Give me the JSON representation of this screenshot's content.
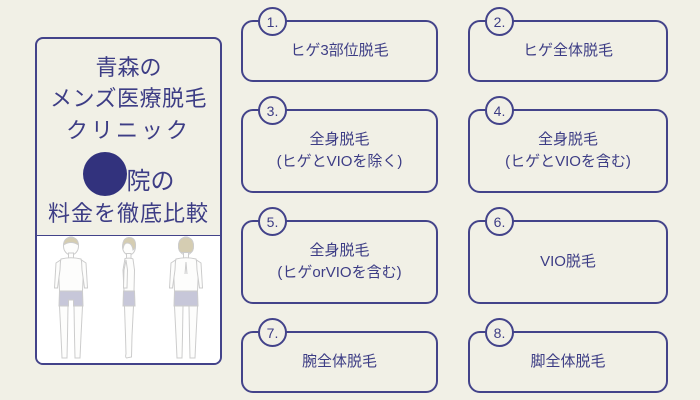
{
  "panel": {
    "title_line1": "青森の",
    "title_line2": "メンズ医療脱毛",
    "title_line3": "クリニック",
    "circle_suffix": "院の",
    "title_line4": "料金を徹底比較",
    "masked_circle_note": "solid-navy-circle-masking-clinic-count",
    "figures_icon": "male-body-front-side-back-illustration"
  },
  "colors": {
    "background": "#f1f0e6",
    "border_navy": "#43438a",
    "text_navy": "#3d3d85",
    "masked_circle": "#32327d",
    "figure_panel_bg": "#ffffff",
    "figure_outline": "#cccccc",
    "figure_hair": "#d5cdb2",
    "figure_shorts": "#c7c7d9"
  },
  "items": [
    {
      "number": "1.",
      "label": "ヒゲ3部位脱毛",
      "label2": ""
    },
    {
      "number": "2.",
      "label": "ヒゲ全体脱毛",
      "label2": ""
    },
    {
      "number": "3.",
      "label": "全身脱毛",
      "label2": "(ヒゲとVIOを除く)"
    },
    {
      "number": "4.",
      "label": "全身脱毛",
      "label2": "(ヒゲとVIOを含む)"
    },
    {
      "number": "5.",
      "label": "全身脱毛",
      "label2": "(ヒゲorVIOを含む)"
    },
    {
      "number": "6.",
      "label": "VIO脱毛",
      "label2": ""
    },
    {
      "number": "7.",
      "label": "腕全体脱毛",
      "label2": ""
    },
    {
      "number": "8.",
      "label": "脚全体脱毛",
      "label2": ""
    }
  ]
}
